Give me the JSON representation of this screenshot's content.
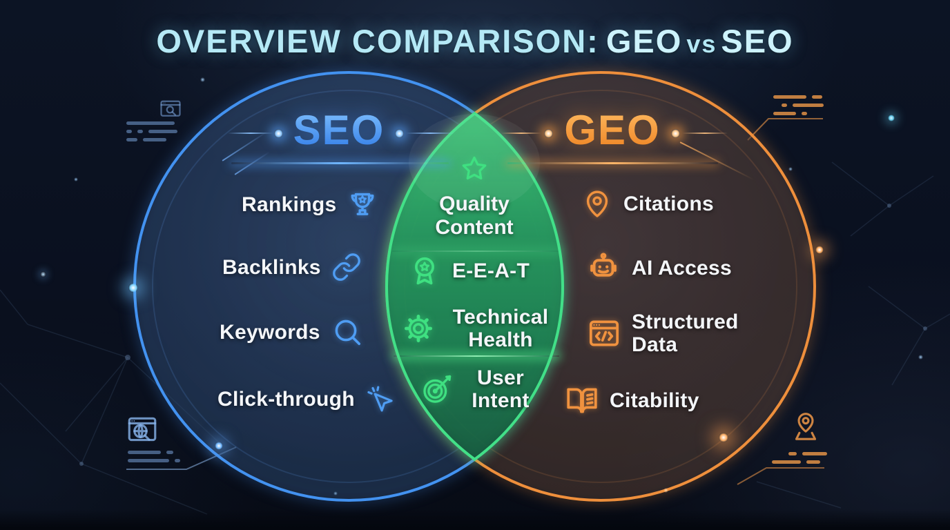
{
  "title": {
    "text_prefix": "OVERVIEW COMPARISON:",
    "term_geo": "GEO",
    "text_vs": "vs",
    "term_seo": "SEO"
  },
  "colors": {
    "background": "#0b1120",
    "seo_accent": "#4392f0",
    "geo_accent": "#ee8f3c",
    "shared_accent": "#42e088",
    "title_color": "#b5e9f6",
    "item_text": "#f4f6f9"
  },
  "venn": {
    "left_circle": {
      "title": "SEO",
      "items": [
        {
          "label": "Rankings",
          "icon": "trophy-icon"
        },
        {
          "label": "Backlinks",
          "icon": "link-icon"
        },
        {
          "label": "Keywords",
          "icon": "magnifier-icon"
        },
        {
          "label": "Click-through",
          "icon": "cursor-click-icon"
        }
      ]
    },
    "overlap": {
      "items": [
        {
          "label": "Quality Content",
          "icon": "star-icon"
        },
        {
          "label": "E-E-A-T",
          "icon": "award-badge-icon"
        },
        {
          "label": "Technical Health",
          "icon": "gear-icon"
        },
        {
          "label": "User Intent",
          "icon": "target-arrow-icon"
        }
      ]
    },
    "right_circle": {
      "title": "GEO",
      "items": [
        {
          "label": "Citations",
          "icon": "map-pin-icon"
        },
        {
          "label": "AI Access",
          "icon": "robot-icon"
        },
        {
          "label": "Structured Data",
          "icon": "code-window-icon"
        },
        {
          "label": "Citability",
          "icon": "open-book-icon"
        }
      ]
    }
  },
  "decorations": {
    "top_left": "browser-search-icon",
    "bottom_left": "browser-globe-icon",
    "top_right": "data-dashes",
    "bottom_right": "map-pin-platform-icon",
    "background": "network-constellation"
  }
}
